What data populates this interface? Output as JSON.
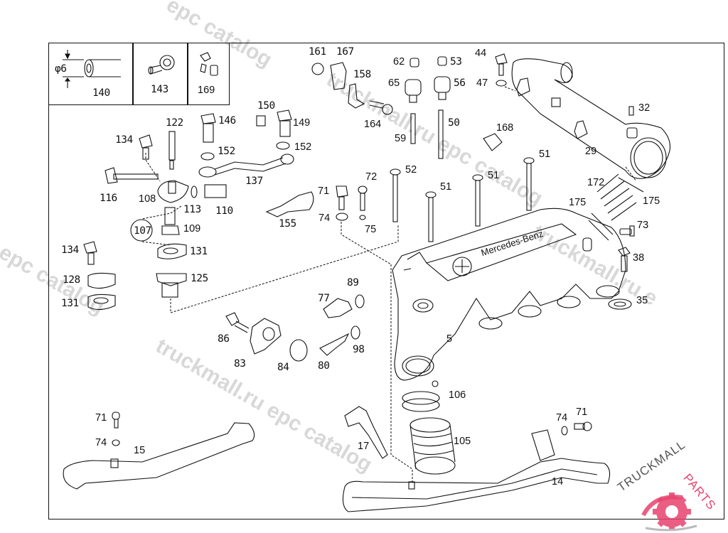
{
  "diagram": {
    "title": "Intake manifold / charge air pipe assembly",
    "brand_text": "Mercedes-Benz",
    "inset": {
      "dimension_label": "φ6",
      "parts": [
        "140",
        "143",
        "169"
      ]
    },
    "callouts": {
      "p5": "5",
      "p14": "14",
      "p15": "15",
      "p17": "17",
      "p29": "29",
      "p32": "32",
      "p35": "35",
      "p38": "38",
      "p44": "44",
      "p47": "47",
      "p50": "50",
      "p51a": "51",
      "p51b": "51",
      "p51c": "51",
      "p52": "52",
      "p53": "53",
      "p56": "56",
      "p59": "59",
      "p62": "62",
      "p65": "65",
      "p71a": "71",
      "p71b": "71",
      "p71c": "71",
      "p72": "72",
      "p73": "73",
      "p74a": "74",
      "p74b": "74",
      "p74c": "74",
      "p75": "75",
      "p77": "77",
      "p80": "80",
      "p83": "83",
      "p84": "84",
      "p86": "86",
      "p89": "89",
      "p98": "98",
      "p105": "105",
      "p106": "106",
      "p107": "107",
      "p108": "108",
      "p109": "109",
      "p110": "110",
      "p113": "113",
      "p116": "116",
      "p122": "122",
      "p125": "125",
      "p128": "128",
      "p131a": "131",
      "p131b": "131",
      "p134a": "134",
      "p134b": "134",
      "p137": "137",
      "p146": "146",
      "p149": "149",
      "p150": "150",
      "p152a": "152",
      "p152b": "152",
      "p155": "155",
      "p158": "158",
      "p161": "161",
      "p164": "164",
      "p167": "167",
      "p168": "168",
      "p172": "172",
      "p175a": "175",
      "p175b": "175"
    }
  },
  "watermarks": {
    "text1": "truckmall.ru epc catalog",
    "text2": "epc catalog",
    "text3": "truckmall.ru epc catalog",
    "text4": "l epc catalog",
    "text5": "truckmall.ru e"
  },
  "logo": {
    "text": "TRUCKMALLPARTS",
    "part1": "TRUCKMALL",
    "part2": "PARTS",
    "accent_color": "#e8436e"
  }
}
